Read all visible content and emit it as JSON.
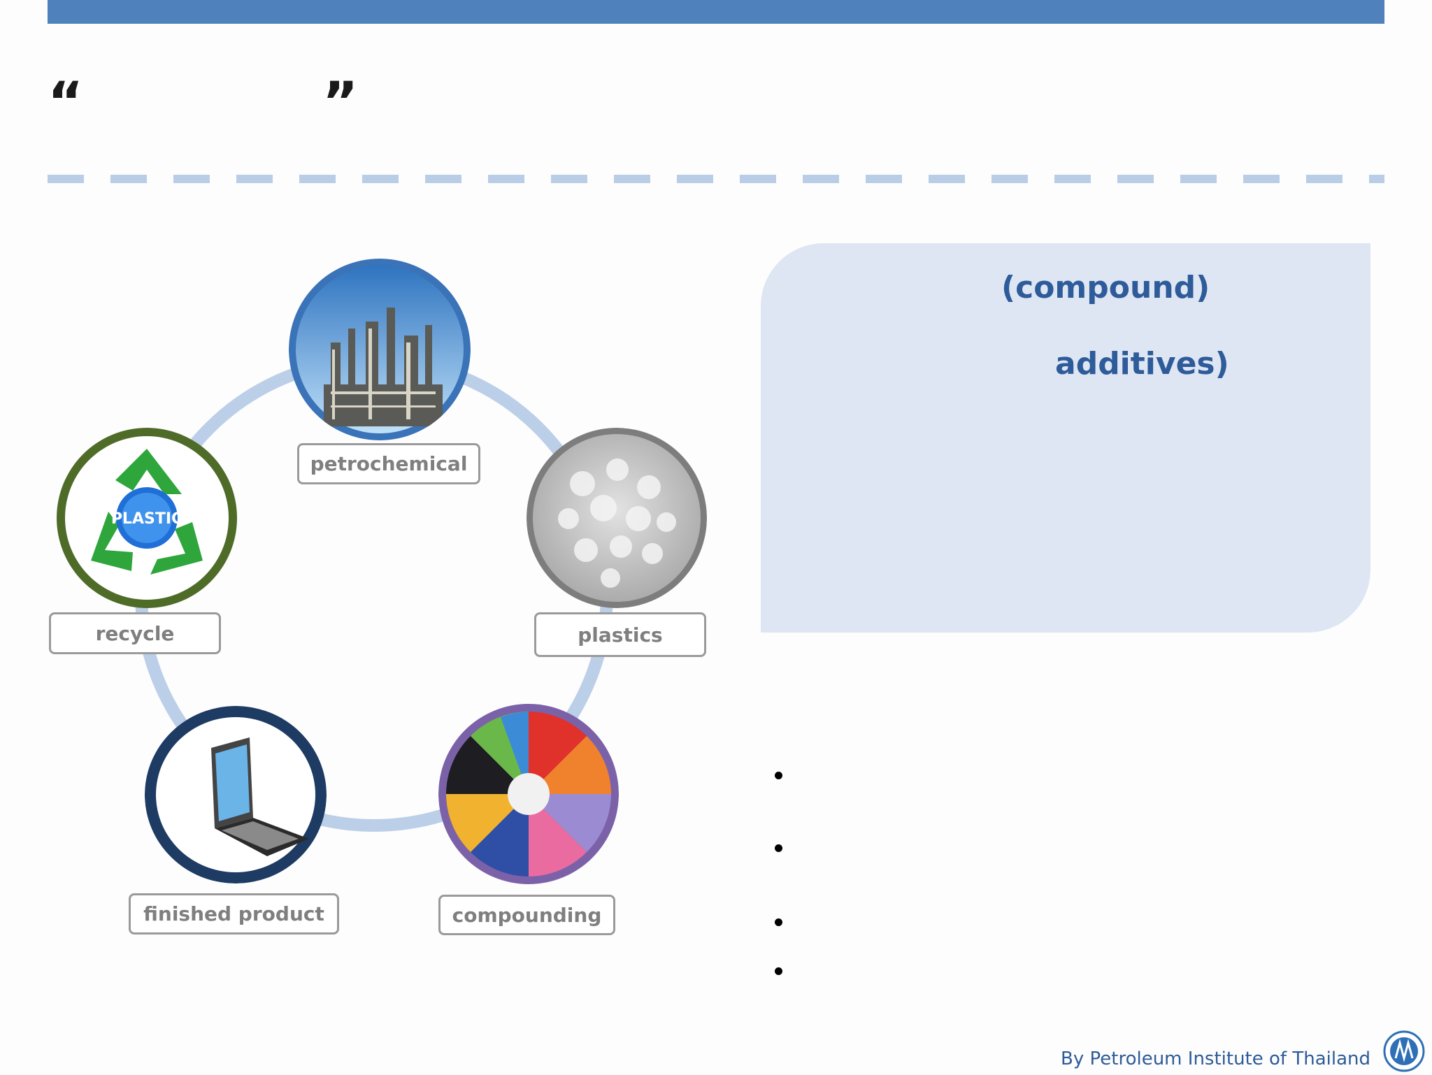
{
  "slide": {
    "title_open_quote": "“",
    "title_close_quote": "”"
  },
  "cycle": {
    "nodes": [
      {
        "label": "petrochemical",
        "icon": "refinery-icon"
      },
      {
        "label": "plastics",
        "icon": "plastic-pellets-icon"
      },
      {
        "label": "compounding",
        "icon": "colored-granules-icon"
      },
      {
        "label": "finished product",
        "icon": "laptop-icon"
      },
      {
        "label": "recycle",
        "icon": "recycle-icon",
        "badge": "PLASTIC"
      }
    ]
  },
  "info_box": {
    "line1": "(compound)",
    "line2": "additives)"
  },
  "bullets": [
    "",
    "",
    "",
    ""
  ],
  "footer": {
    "credit": "By Petroleum Institute of Thailand",
    "logo": "pti-logo-icon"
  },
  "colors": {
    "accent": "#4f81bd",
    "box": "#dee6f3",
    "text_blue": "#2e5b99",
    "ring": "#bccfe8"
  }
}
